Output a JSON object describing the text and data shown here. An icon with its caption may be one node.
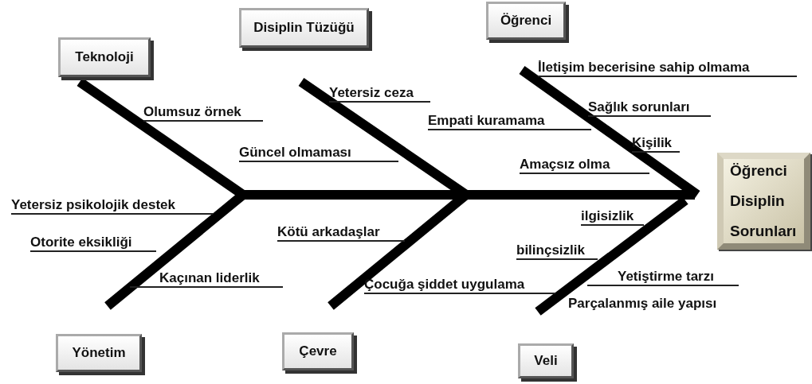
{
  "diagram": {
    "nodes": [
      {
        "text": [
          "Teknoloji"
        ]
      },
      {
        "text": [
          "Disiplin Tüzüğü"
        ]
      },
      {
        "text": [
          "Öğrenci"
        ]
      },
      {
        "text": [
          "Öğrenci Disiplin Sorunları"
        ]
      },
      {
        "text": [
          "Yönetim"
        ]
      },
      {
        "text": [
          "Çevre"
        ]
      },
      {
        "text": [
          "Veli"
        ]
      }
    ],
    "labels": [
      "İletişim becerisine sahip olmama",
      "Yetersiz ceza",
      "Olumsuz örnek",
      "Sağlık sorunları",
      "Empati kuramama",
      "Kişilik",
      "Güncel olmaması",
      "Amaçsız olma",
      "Yetersiz psikolojik destek",
      "ilgisizlik",
      "Kötü arkadaşlar",
      "Otorite eksikliği",
      "bilinçsizlik",
      "Yetiştirme tarzı",
      "Kaçınan liderlik",
      "Çocuğa şiddet uygulama",
      "Parçalanmış aile yapısı"
    ]
  }
}
